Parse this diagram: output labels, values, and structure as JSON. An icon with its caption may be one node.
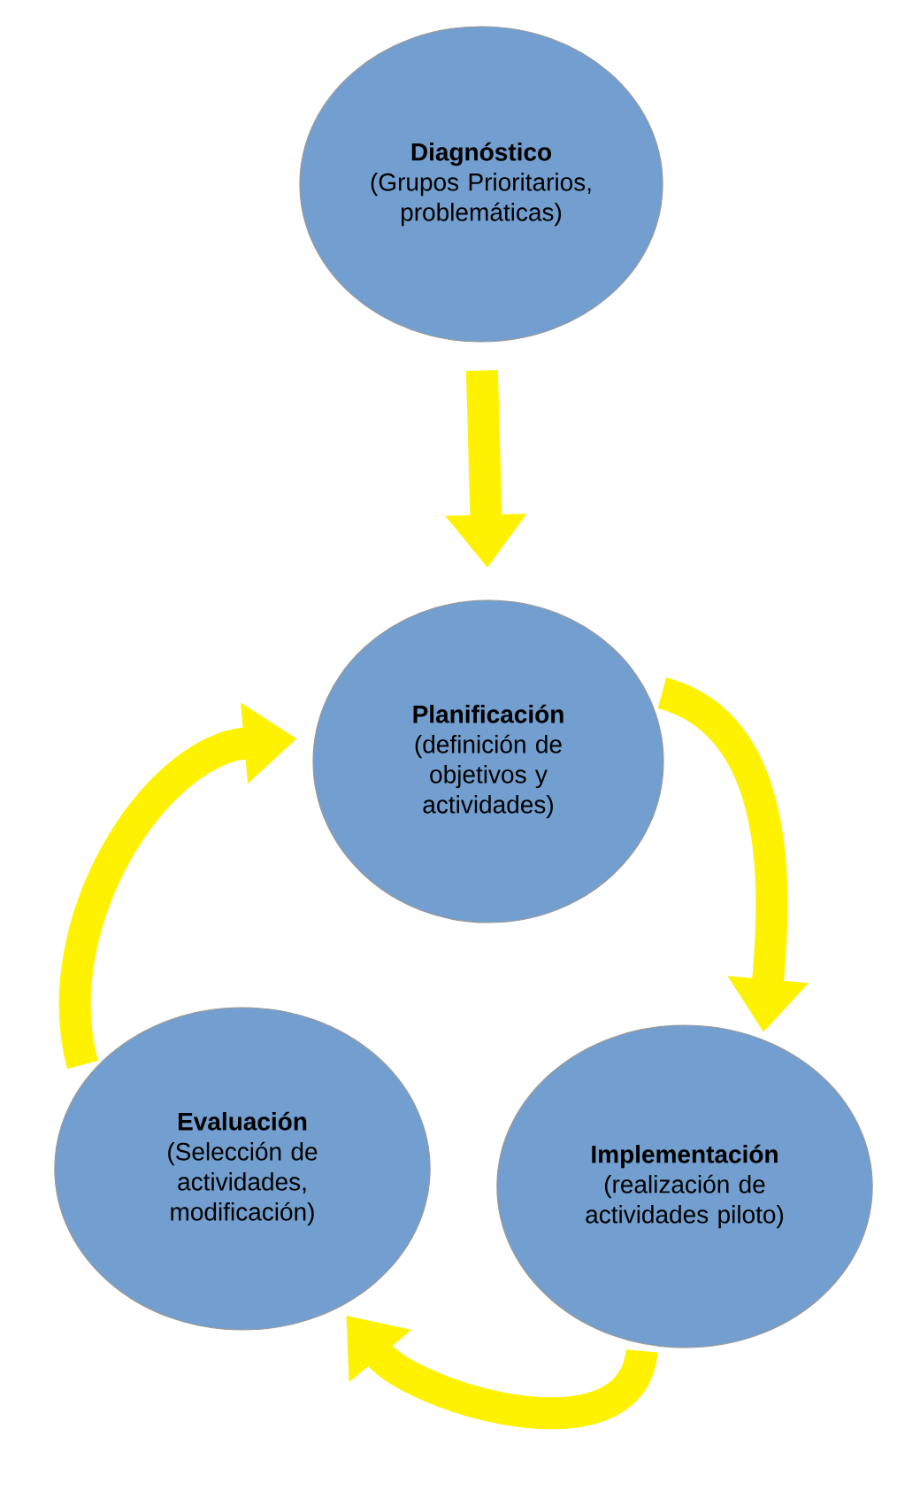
{
  "diagram": {
    "nodes": [
      {
        "text": [
          "Diagnóstico",
          "(Grupos Prioritarios, problemáticas)"
        ]
      },
      {
        "text": [
          "Planificación",
          "(definición de objetivos y actividades)"
        ]
      },
      {
        "text": [
          "Implementación",
          "(realización de actividades piloto)"
        ]
      },
      {
        "text": [
          "Evaluación",
          "(Selección de actividades, modificación)"
        ]
      }
    ],
    "edges": [
      {
        "from": 0,
        "to": 1,
        "arrow": "to"
      },
      {
        "from": 1,
        "to": 2,
        "arrow": "to"
      },
      {
        "from": 2,
        "to": 3,
        "arrow": "to"
      },
      {
        "from": 3,
        "to": 1,
        "arrow": "to"
      }
    ]
  }
}
